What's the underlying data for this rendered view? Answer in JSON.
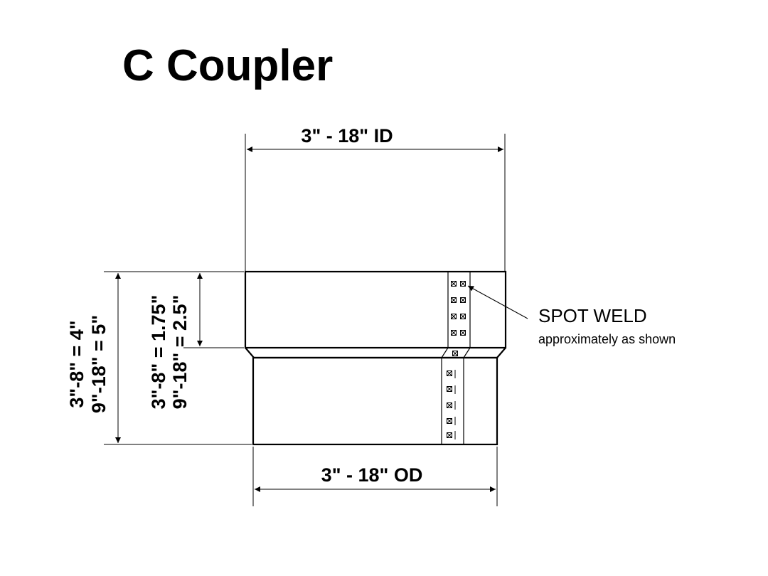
{
  "title": "C Coupler",
  "dimensions": {
    "top_width": "3\" - 18\" ID",
    "bottom_width": "3\" - 18\" OD",
    "overall_height": {
      "line1": "3\"-8\" = 4\"",
      "line2": "9\"-18\" = 5\""
    },
    "upper_height": {
      "line1": "3\"-8\" = 1.75\"",
      "line2": "9\"-18\" = 2.5\""
    }
  },
  "callout": {
    "label": "SPOT WELD",
    "sublabel": "approximately as shown"
  }
}
